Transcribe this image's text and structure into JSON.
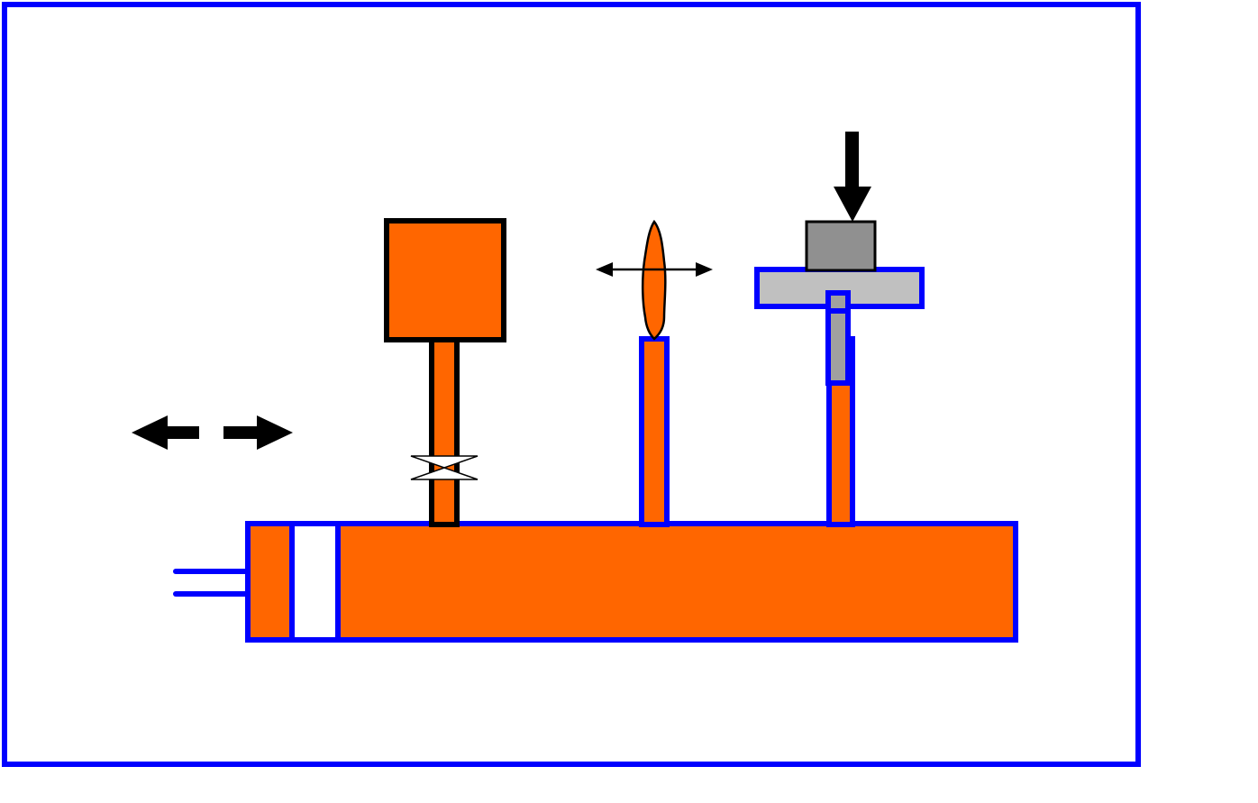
{
  "colors": {
    "frame": "#0000ff",
    "fluid": "#ff6600",
    "outline": "#000000",
    "piston": "#ffffff",
    "plate": "#c0c0c0",
    "weight": "#909090",
    "plunger": "#a0a0a0",
    "arrow": "#000000",
    "valve": "#ffffff"
  },
  "icons": {
    "piston_arrows": "double-horizontal-arrow",
    "valve": "bowtie-valve",
    "force_arrow": "down-arrow",
    "flame_arrow": "thin-double-horizontal-arrow"
  }
}
